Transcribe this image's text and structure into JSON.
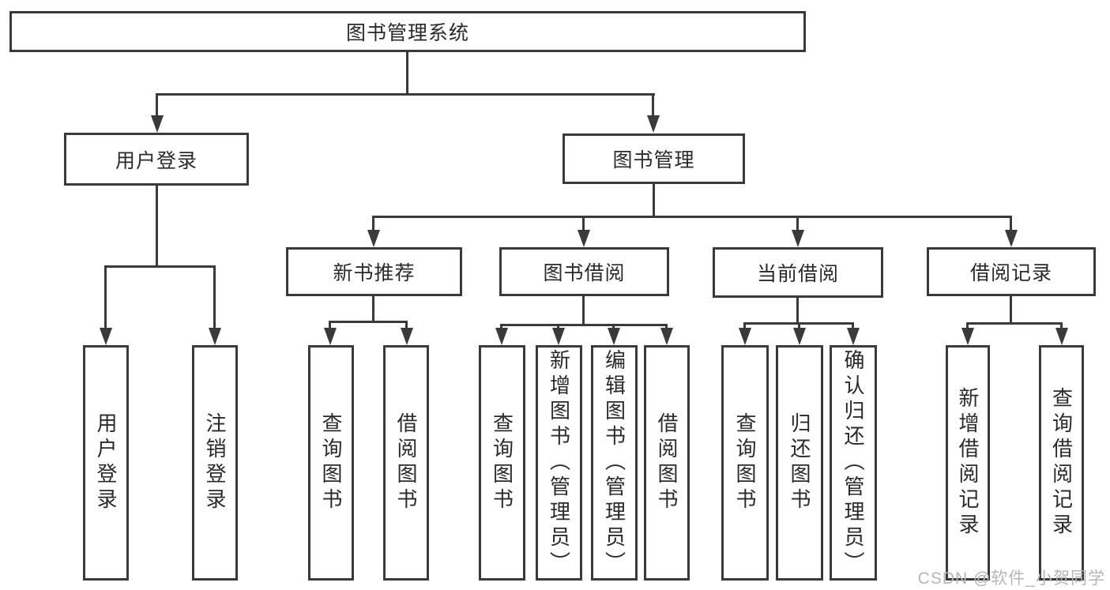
{
  "colors": {
    "line": "#3a3a3a",
    "text": "#2a2a2a",
    "watermark": "#b5b5b5",
    "background": "#ffffff"
  },
  "watermark": "CSDN @软件_小贺同学",
  "tree": {
    "label": "图书管理系统",
    "children": [
      {
        "label": "用户登录",
        "children": [
          {
            "label": "用户登录"
          },
          {
            "label": "注销登录"
          }
        ]
      },
      {
        "label": "图书管理",
        "children": [
          {
            "label": "新书推荐",
            "children": [
              {
                "label": "查询图书"
              },
              {
                "label": "借阅图书"
              }
            ]
          },
          {
            "label": "图书借阅",
            "children": [
              {
                "label": "查询图书"
              },
              {
                "label": "新增图书（管理员）"
              },
              {
                "label": "编辑图书（管理员）"
              },
              {
                "label": "借阅图书"
              }
            ]
          },
          {
            "label": "当前借阅",
            "children": [
              {
                "label": "查询图书"
              },
              {
                "label": "归还图书"
              },
              {
                "label": "确认归还（管理员）"
              }
            ]
          },
          {
            "label": "借阅记录",
            "children": [
              {
                "label": "新增借阅记录"
              },
              {
                "label": "查询借阅记录"
              }
            ]
          }
        ]
      }
    ]
  }
}
